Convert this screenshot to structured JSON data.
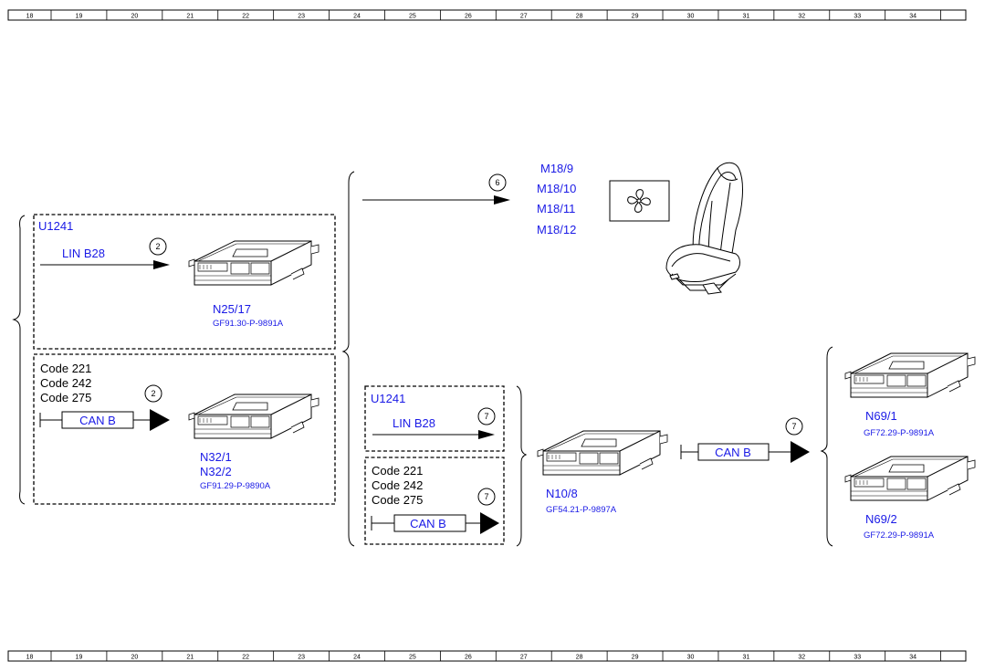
{
  "ruler": {
    "cells": [
      "18",
      "19",
      "20",
      "21",
      "22",
      "23",
      "24",
      "25",
      "26",
      "27",
      "28",
      "29",
      "30",
      "31",
      "32",
      "33",
      "34"
    ]
  },
  "left_group": {
    "box1": {
      "title": "U1241",
      "bus_label": "LIN B28",
      "step": "2",
      "module_id": "N25/17",
      "module_ref": "GF91.30-P-9891A"
    },
    "box2": {
      "codes": [
        "Code 221",
        "Code 242",
        "Code 275"
      ],
      "bus_label": "CAN B",
      "step": "2",
      "module_ids": [
        "N32/1",
        "N32/2"
      ],
      "module_ref": "GF91.29-P-9890A"
    }
  },
  "seat": {
    "step": "6",
    "labels": [
      "M18/9",
      "M18/10",
      "M18/11",
      "M18/12"
    ],
    "icon": "fan-icon"
  },
  "middle_group": {
    "box1": {
      "title": "U1241",
      "bus_label": "LIN B28",
      "step": "7"
    },
    "box2": {
      "codes": [
        "Code 221",
        "Code 242",
        "Code 275"
      ],
      "bus_label": "CAN B",
      "step": "7"
    }
  },
  "center_module": {
    "id": "N10/8",
    "ref": "GF54.21-P-9897A"
  },
  "right_link": {
    "bus_label": "CAN B",
    "step": "7"
  },
  "right_group": {
    "module1": {
      "id": "N69/1",
      "ref": "GF72.29-P-9891A"
    },
    "module2": {
      "id": "N69/2",
      "ref": "GF72.29-P-9891A"
    }
  },
  "colors": {
    "label_blue": "#1a1ae6",
    "line": "#000000"
  }
}
